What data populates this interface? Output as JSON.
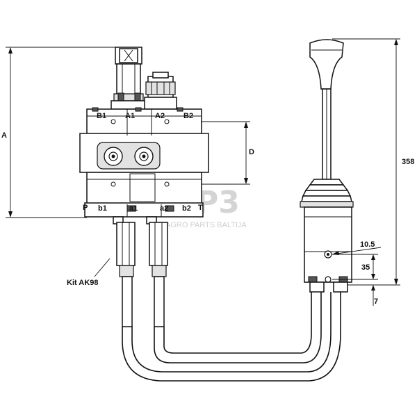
{
  "port_labels": {
    "B1": "B1",
    "A1": "A1",
    "A2": "A2",
    "B2": "B2",
    "P": "P",
    "b1": "b1",
    "a1": "a1",
    "a2": "a2",
    "b2": "b2",
    "T": "T"
  },
  "dimensions": {
    "A": "A",
    "D": "D",
    "height_358": "358",
    "d_10_5": "10.5",
    "d_35": "35",
    "d_7": "7"
  },
  "kit_label": "Kit AK98",
  "watermark": {
    "logo": "AP3",
    "text": "AGRO PARTS BALTIJA"
  },
  "colors": {
    "line": "#111111",
    "watermark": "#d4d4d4",
    "shade": "#e2e2e2"
  }
}
